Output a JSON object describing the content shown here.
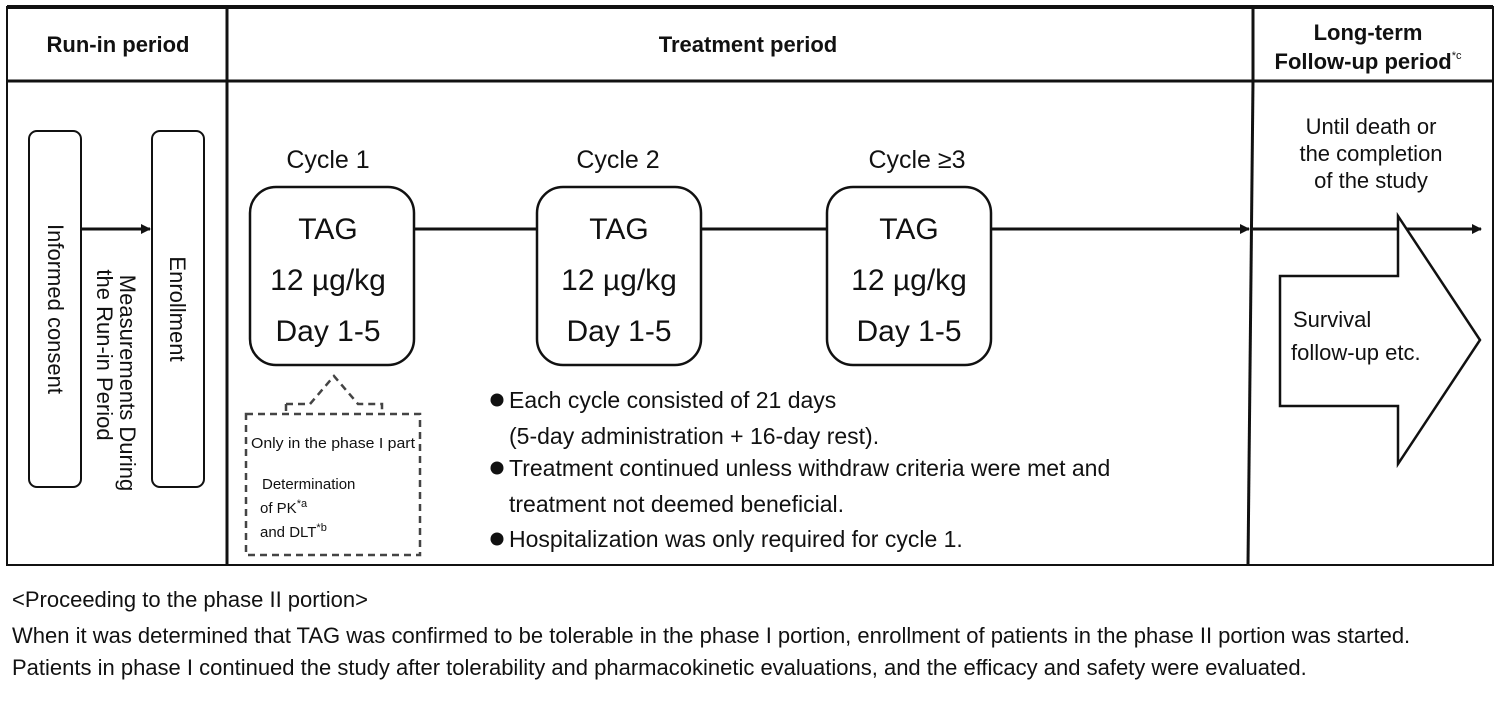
{
  "headers": {
    "run_in": "Run-in period",
    "treatment": "Treatment period",
    "long_term_line1": "Long-term",
    "long_term_line2": "Follow-up period",
    "long_term_sup": "*c"
  },
  "run_in": {
    "informed_consent": "Informed consent",
    "measurements_line1": "Measurements During",
    "measurements_line2": "the Run-in Period",
    "enrollment": "Enrollment"
  },
  "cycles": [
    {
      "label": "Cycle 1",
      "drug": "TAG",
      "dose": "12 µg/kg",
      "days": "Day 1-5"
    },
    {
      "label": "Cycle 2",
      "drug": "TAG",
      "dose": "12 µg/kg",
      "days": "Day 1-5"
    },
    {
      "label": "Cycle ≥3",
      "drug": "TAG",
      "dose": "12 µg/kg",
      "days": "Day 1-5"
    }
  ],
  "phase1_note": {
    "title": "Only in the phase I part",
    "line1": "Determination",
    "line2": "of PK",
    "line2_sup": "*a",
    "line3": "and DLT",
    "line3_sup": "*b"
  },
  "bullets": [
    {
      "line1": "Each cycle consisted of 21 days",
      "line2": "(5-day administration + 16-day rest)."
    },
    {
      "line1": "Treatment continued unless withdraw criteria were met and",
      "line2": "treatment not deemed beneficial."
    },
    {
      "line1": "Hospitalization was only required for cycle 1.",
      "line2": ""
    }
  ],
  "long_term": {
    "until_line1": "Until death or",
    "until_line2": "the completion",
    "until_line3": "of the study",
    "survival_line1": "Survival",
    "survival_line2": "follow-up etc."
  },
  "footer": {
    "heading": "<Proceeding to the phase II portion>",
    "body": "When it was determined that TAG was confirmed to be tolerable in the phase I portion, enrollment of patients in the phase II portion was started. Patients in phase I continued the study after tolerability and pharmacokinetic evaluations, and the efficacy and safety were evaluated."
  }
}
